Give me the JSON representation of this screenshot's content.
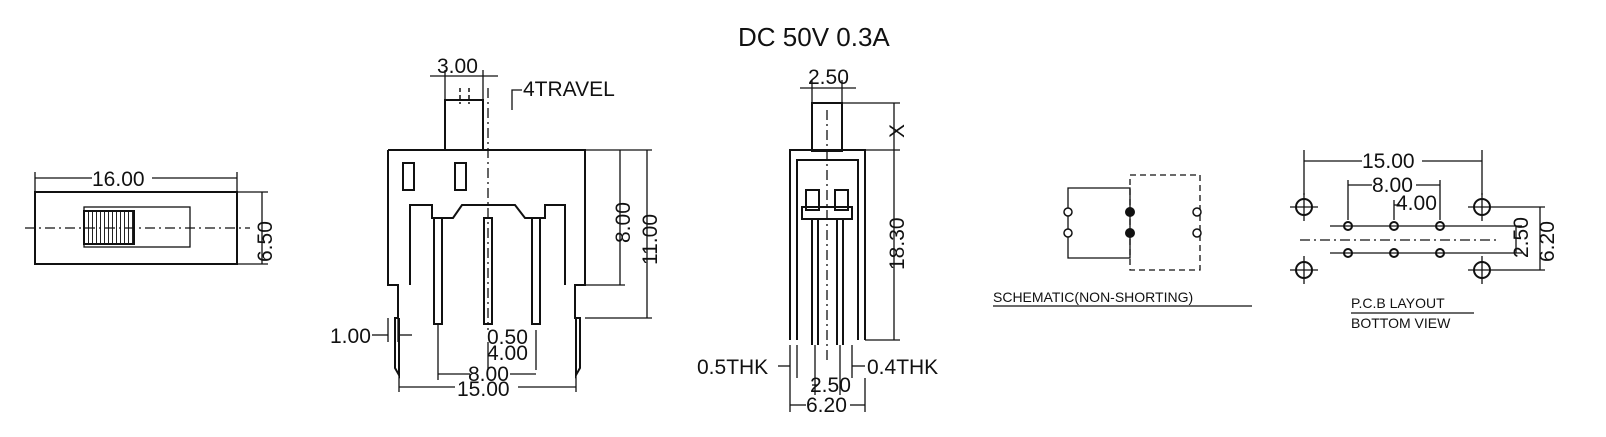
{
  "rating": "DC  50V  0.3A",
  "top_view": {
    "width": "16.00",
    "height": "6.50"
  },
  "front_view": {
    "actuator_width": "3.00",
    "travel": "4TRAVEL",
    "height_body": "8.00",
    "height_total": "11.00",
    "bracket": "1.00",
    "pin_width": "0.50",
    "pin_pitch": "4.00",
    "pin_span": "8.00",
    "overall_width": "15.00"
  },
  "side_view": {
    "actuator_width": "2.50",
    "x_mark": "X",
    "height": "18.30",
    "left_thk": "0.5THK",
    "right_thk": "0.4THK",
    "pitch": "2.50",
    "width": "6.20"
  },
  "schematic": {
    "label": "SCHEMATIC(NON-SHORTING)"
  },
  "pcb": {
    "span_outer": "15.00",
    "span_mid": "8.00",
    "span_inner": "4.00",
    "row_pitch": "2.50",
    "row_outer": "6.20",
    "label_line1": "P.C.B LAYOUT",
    "label_line2": "BOTTOM VIEW"
  }
}
